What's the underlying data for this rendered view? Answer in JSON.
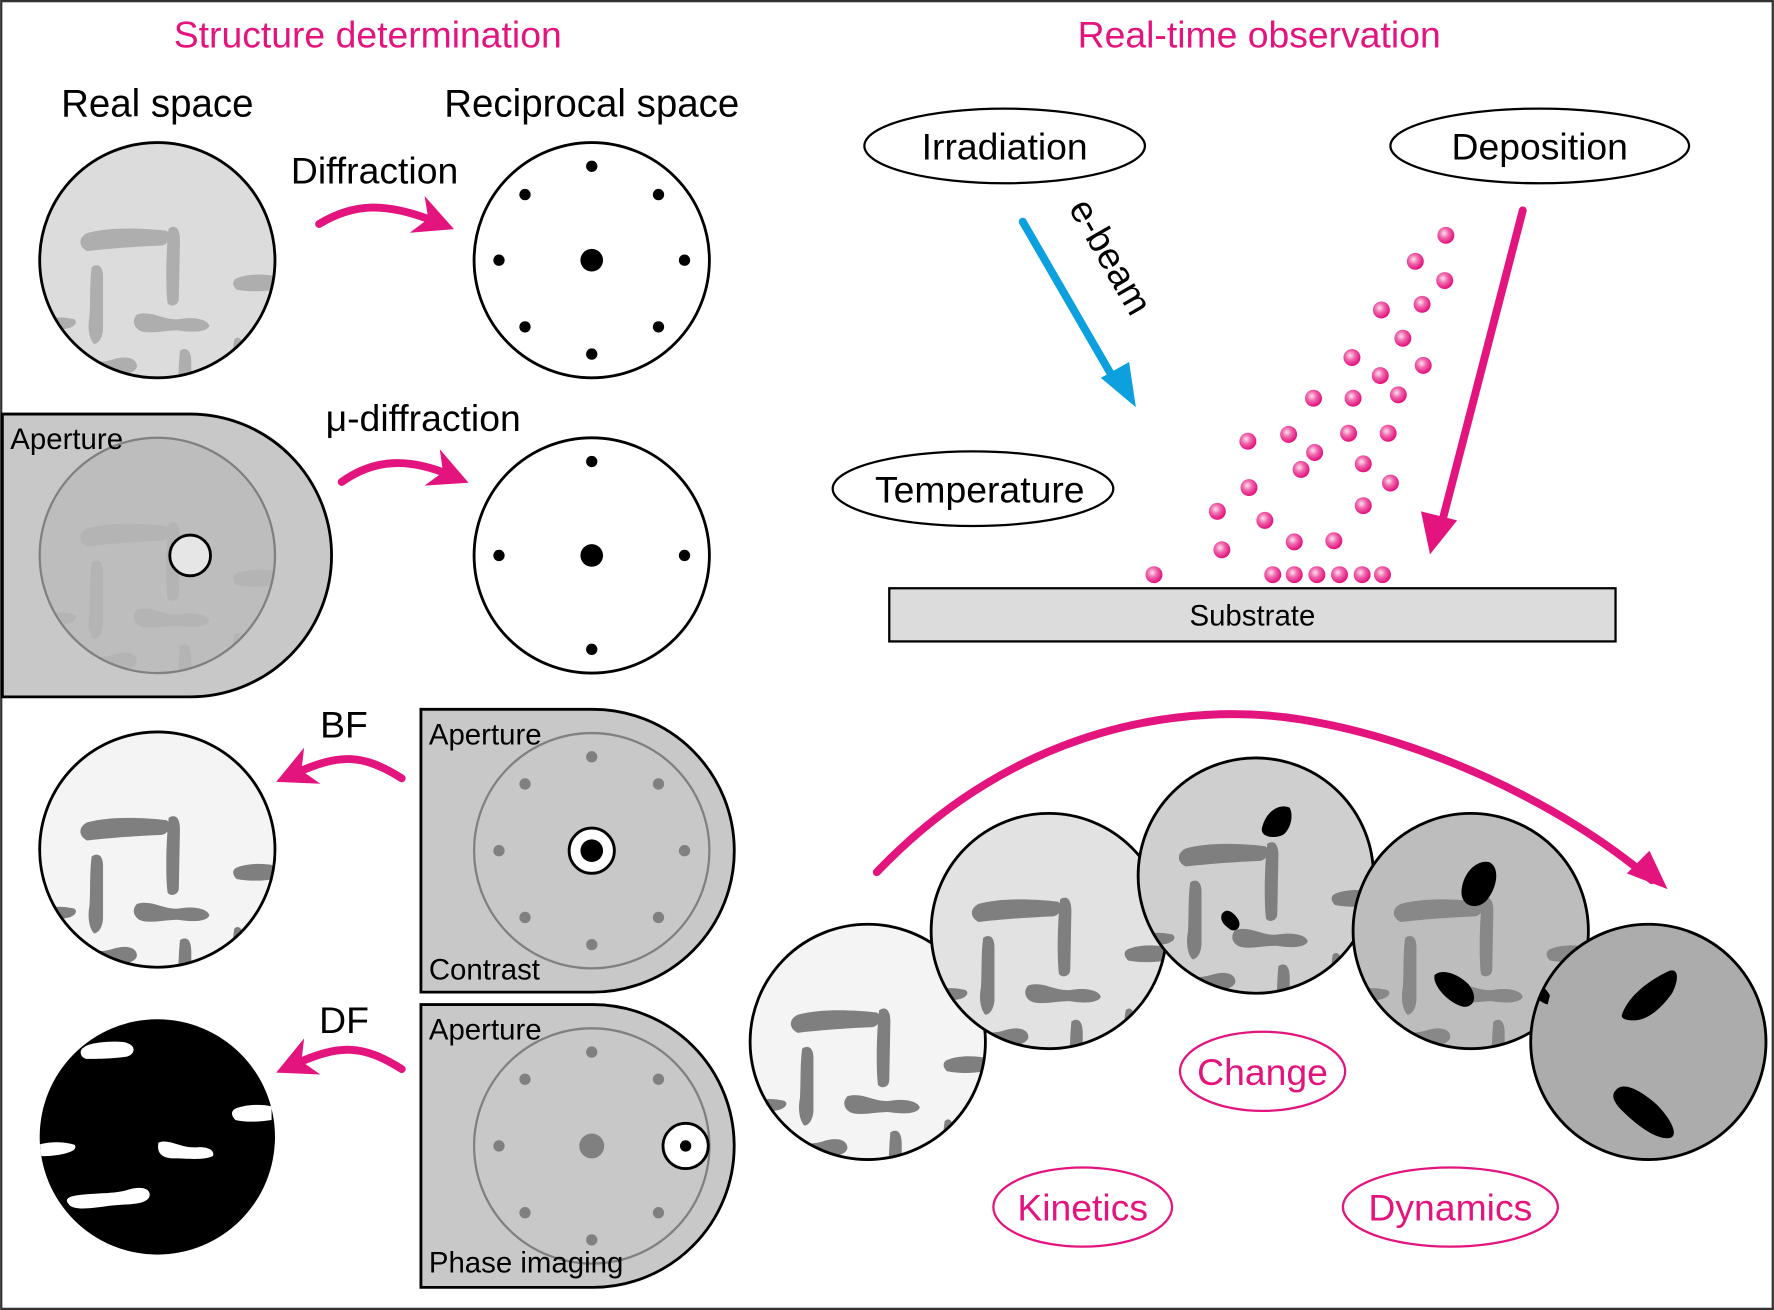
{
  "colors": {
    "accent": "#e4147e",
    "ebeam": "#0ca0df",
    "grain": "#7f7f7f",
    "grain_light": "#aeaeae",
    "particle": "#e4147e",
    "substrate": "#dcdcdc",
    "aperture_fill": "#c8c8c8"
  },
  "structure": {
    "title": "Structure determination",
    "real_space": "Real space",
    "reciprocal_space": "Reciprocal space",
    "diffraction": "Diffraction",
    "micro_diffraction": "μ-diffraction",
    "aperture_label_1": "Aperture",
    "bf": "BF",
    "df": "DF",
    "aperture_label_2": "Aperture",
    "contrast": "Contrast",
    "aperture_label_3": "Aperture",
    "phase_imaging": "Phase imaging"
  },
  "realtime": {
    "title": "Real-time observation",
    "irradiation": "Irradiation",
    "deposition": "Deposition",
    "ebeam": "e-beam",
    "temperature": "Temperature",
    "substrate": "Substrate",
    "change": "Change",
    "kinetics": "Kinetics",
    "dynamics": "Dynamics"
  }
}
